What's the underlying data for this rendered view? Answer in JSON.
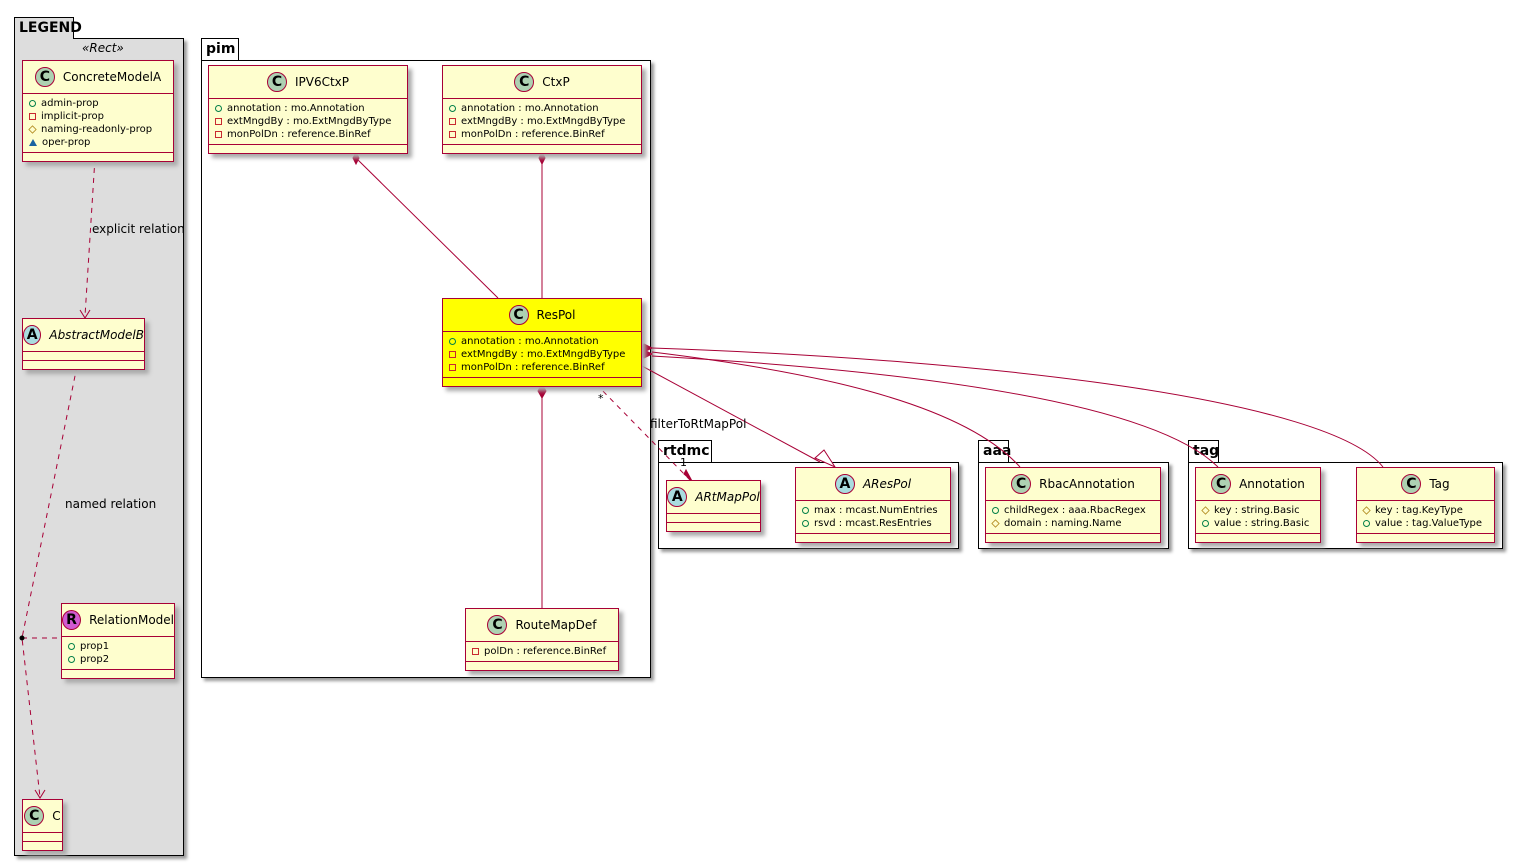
{
  "packages": [
    {
      "id": "legend",
      "name": "LEGEND",
      "stereotype": "«Rect»"
    },
    {
      "id": "pim",
      "name": "pim"
    },
    {
      "id": "rtdmc",
      "name": "rtdmc"
    },
    {
      "id": "aaa",
      "name": "aaa"
    },
    {
      "id": "tag",
      "name": "tag"
    }
  ],
  "classes": [
    {
      "id": "ConcreteModelA",
      "name": "ConcreteModelA",
      "kind": "C",
      "attrs": [
        {
          "vis": "public",
          "text": "admin-prop"
        },
        {
          "vis": "private",
          "text": "implicit-prop"
        },
        {
          "vis": "protected",
          "text": "naming-readonly-prop"
        },
        {
          "vis": "package",
          "text": "oper-prop"
        }
      ]
    },
    {
      "id": "AbstractModelB",
      "name": "AbstractModelB",
      "kind": "A",
      "attrs": []
    },
    {
      "id": "RelationModel",
      "name": "RelationModel",
      "kind": "R",
      "attrs": [
        {
          "vis": "public",
          "text": "prop1"
        },
        {
          "vis": "public",
          "text": "prop2"
        }
      ]
    },
    {
      "id": "C",
      "name": "C",
      "kind": "C",
      "attrs": []
    },
    {
      "id": "IPV6CtxP",
      "name": "IPV6CtxP",
      "kind": "C",
      "attrs": [
        {
          "vis": "public",
          "text": "annotation : mo.Annotation"
        },
        {
          "vis": "private",
          "text": "extMngdBy : mo.ExtMngdByType"
        },
        {
          "vis": "private",
          "text": "monPolDn : reference.BinRef"
        }
      ]
    },
    {
      "id": "CtxP",
      "name": "CtxP",
      "kind": "C",
      "attrs": [
        {
          "vis": "public",
          "text": "annotation : mo.Annotation"
        },
        {
          "vis": "private",
          "text": "extMngdBy : mo.ExtMngdByType"
        },
        {
          "vis": "private",
          "text": "monPolDn : reference.BinRef"
        }
      ]
    },
    {
      "id": "ResPol",
      "name": "ResPol",
      "kind": "C",
      "highlight": true,
      "attrs": [
        {
          "vis": "public",
          "text": "annotation : mo.Annotation"
        },
        {
          "vis": "private",
          "text": "extMngdBy : mo.ExtMngdByType"
        },
        {
          "vis": "private",
          "text": "monPolDn : reference.BinRef"
        }
      ]
    },
    {
      "id": "RouteMapDef",
      "name": "RouteMapDef",
      "kind": "C",
      "attrs": [
        {
          "vis": "private",
          "text": "polDn : reference.BinRef"
        }
      ]
    },
    {
      "id": "ARtMapPol",
      "name": "ARtMapPol",
      "kind": "A",
      "attrs": []
    },
    {
      "id": "AResPol",
      "name": "AResPol",
      "kind": "A",
      "attrs": [
        {
          "vis": "public",
          "text": "max : mcast.NumEntries"
        },
        {
          "vis": "public",
          "text": "rsvd : mcast.ResEntries"
        }
      ]
    },
    {
      "id": "RbacAnnotation",
      "name": "RbacAnnotation",
      "kind": "C",
      "attrs": [
        {
          "vis": "public",
          "text": "childRegex : aaa.RbacRegex"
        },
        {
          "vis": "protected",
          "text": "domain : naming.Name"
        }
      ]
    },
    {
      "id": "Annotation",
      "name": "Annotation",
      "kind": "C",
      "attrs": [
        {
          "vis": "protected",
          "text": "key : string.Basic"
        },
        {
          "vis": "public",
          "text": "value : string.Basic"
        }
      ]
    },
    {
      "id": "Tag",
      "name": "Tag",
      "kind": "C",
      "attrs": [
        {
          "vis": "protected",
          "text": "key : tag.KeyType"
        },
        {
          "vis": "public",
          "text": "value : tag.ValueType"
        }
      ]
    }
  ],
  "labels": {
    "explicit": "explicit relation",
    "named": "named relation",
    "filter": "filterToRtMapPol",
    "many": "*",
    "one": "1"
  },
  "colors": {
    "edge": "#a80036",
    "class_bg": "#fefece",
    "highlight": "#ffff00",
    "legend_bg": "#dddddd",
    "icon_c": "#add1b2",
    "icon_a": "#a9dcdf",
    "icon_r": "#d15ad1"
  }
}
